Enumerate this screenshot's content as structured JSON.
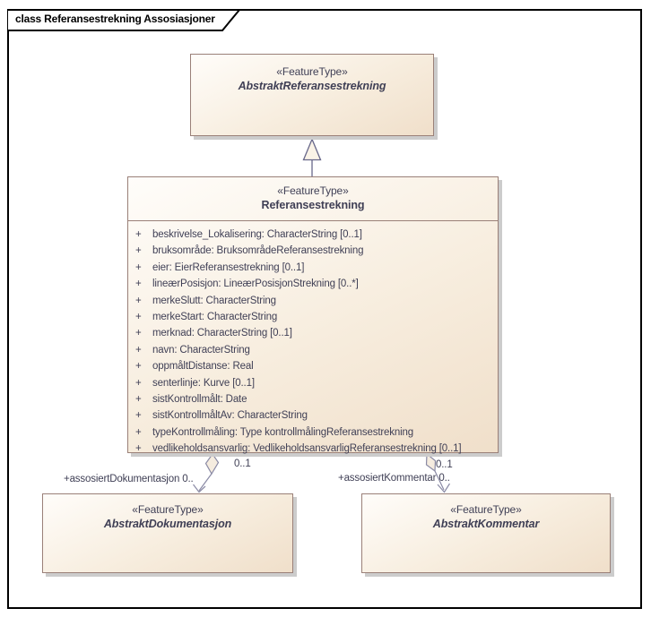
{
  "frame": {
    "title": "class Referansestrekning Assosiasjoner"
  },
  "colors": {
    "box_border": "#9a8078",
    "box_fill_light": "#fffdfa",
    "box_fill_dark": "#f0dfca",
    "text": "#3f3f55",
    "association_line": "#8a8aa5",
    "generalization_line": "#68688a",
    "shadow": "#cccccc",
    "frame_border": "#000000"
  },
  "classes": {
    "abstrakt_referansestrekning": {
      "stereotype": "«FeatureType»",
      "name": "AbstraktReferansestrekning"
    },
    "referansestrekning": {
      "stereotype": "«FeatureType»",
      "name": "Referansestrekning",
      "attributes": [
        {
          "vis": "+",
          "text": "beskrivelse_Lokalisering: CharacterString [0..1]"
        },
        {
          "vis": "+",
          "text": "bruksområde: BruksområdeReferansestrekning"
        },
        {
          "vis": "+",
          "text": "eier: EierReferansestrekning [0..1]"
        },
        {
          "vis": "+",
          "text": "lineærPosisjon: LineærPosisjonStrekning [0..*]"
        },
        {
          "vis": "+",
          "text": "merkeSlutt: CharacterString"
        },
        {
          "vis": "+",
          "text": "merkeStart: CharacterString"
        },
        {
          "vis": "+",
          "text": "merknad: CharacterString [0..1]"
        },
        {
          "vis": "+",
          "text": "navn: CharacterString"
        },
        {
          "vis": "+",
          "text": "oppmåltDistanse: Real"
        },
        {
          "vis": "+",
          "text": "senterlinje: Kurve [0..1]"
        },
        {
          "vis": "+",
          "text": "sistKontrollmålt: Date"
        },
        {
          "vis": "+",
          "text": "sistKontrollmåltAv: CharacterString"
        },
        {
          "vis": "+",
          "text": "typeKontrollmåling: Type kontrollmålingReferansestrekning"
        },
        {
          "vis": "+",
          "text": "vedlikeholdsansvarlig: VedlikeholdsansvarligReferansestrekning [0..1]"
        }
      ]
    },
    "abstrakt_dokumentasjon": {
      "stereotype": "«FeatureType»",
      "name": "AbstraktDokumentasjon"
    },
    "abstrakt_kommentar": {
      "stereotype": "«FeatureType»",
      "name": "AbstraktKommentar"
    }
  },
  "connectors": {
    "dokumentasjon": {
      "role": "+assosiertDokumentasjon 0..",
      "source_multiplicity": "0..1"
    },
    "kommentar": {
      "role": "+assosiertKommentar 0..",
      "source_multiplicity": "0..1"
    }
  }
}
